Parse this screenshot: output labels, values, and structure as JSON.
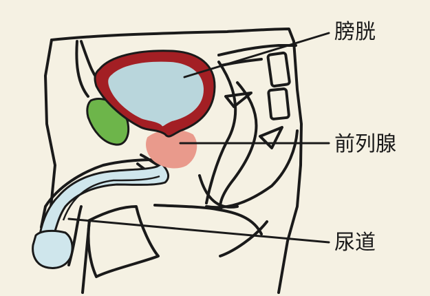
{
  "labels": {
    "bladder": "膀胱",
    "prostate": "前列腺",
    "urethra": "尿道"
  },
  "colors": {
    "background": "#f5f1e3",
    "outline": "#1a1a1a",
    "bladder_wall": "#a31f24",
    "bladder_fill": "#b9d6dc",
    "prostate": "#e99a8c",
    "pubic_bone": "#6db54a",
    "urethra": "#cfe6ec"
  }
}
